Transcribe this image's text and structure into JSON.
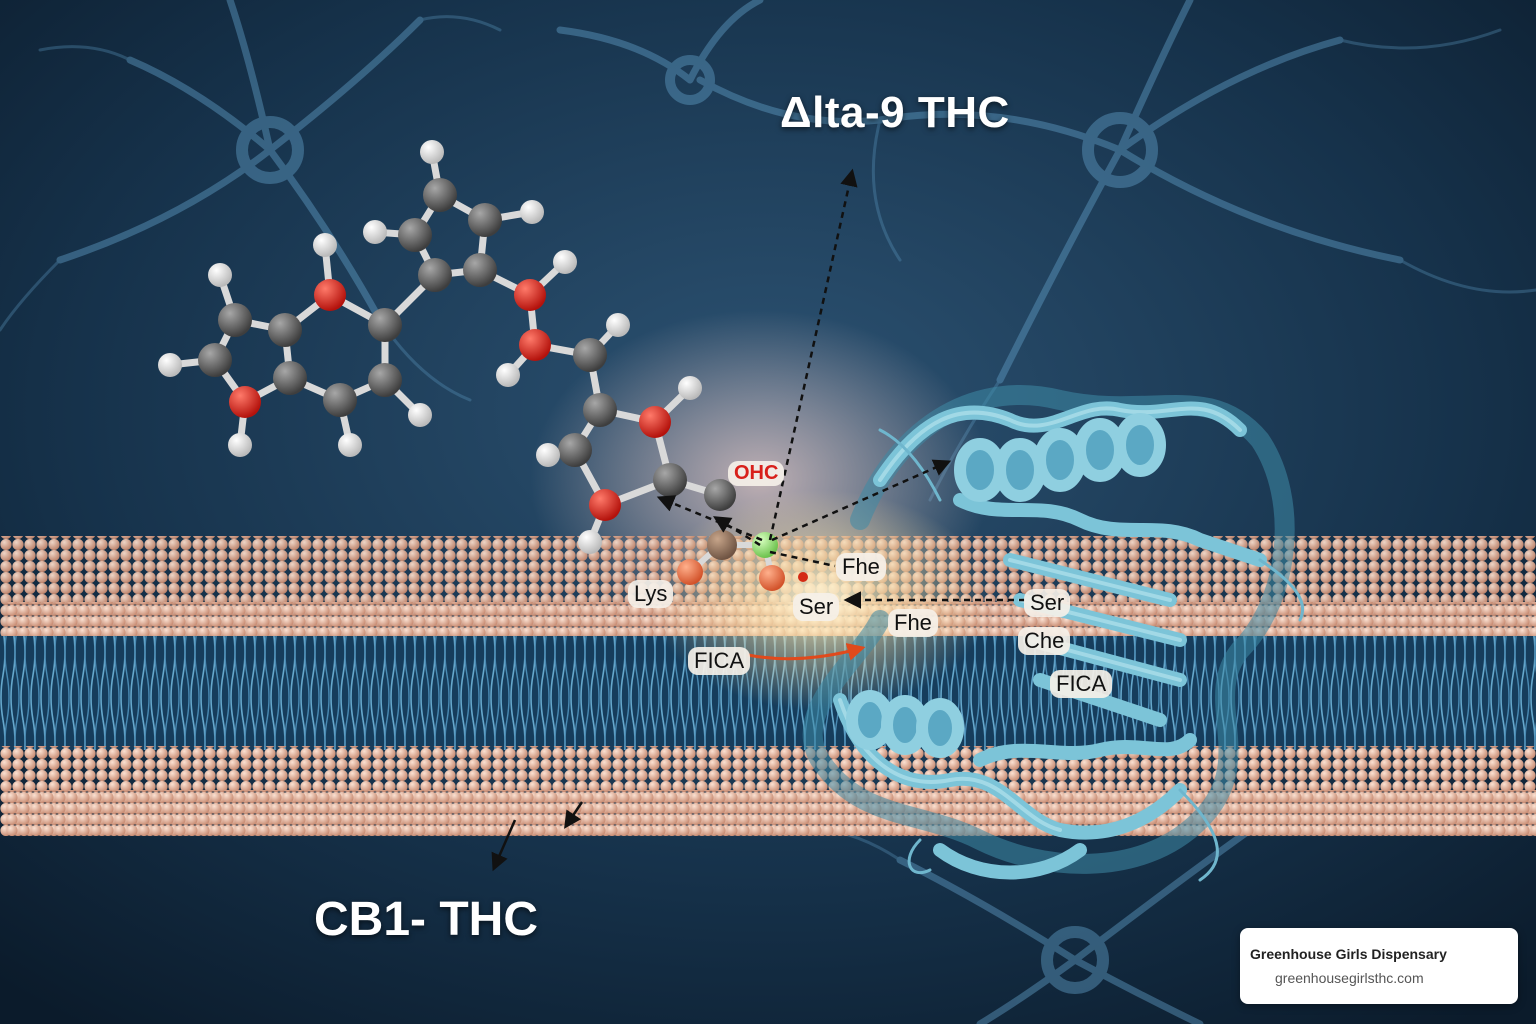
{
  "title_top": "Δlta-9 THC",
  "title_bottom": "CB1-   THC",
  "labels": {
    "ohc": "OHC",
    "lys": "Lys",
    "fhe_top": "Fhe",
    "ser_mid": "Ser",
    "fhe_mid": "Fhe",
    "fica_left": "FICA",
    "ser_right": "Ser",
    "che_right": "Che",
    "fica_right": "FICA"
  },
  "badge": {
    "name": "Greenhouse Girls Dispensary",
    "url": "greenhousegirlsthc.com"
  },
  "colors": {
    "background": "#16324b",
    "membrane_heads": "#e8b9a0",
    "lipid_tails": "#6fb4d8",
    "protein": "#7cc4d8",
    "oxygen": "#e0231b",
    "carbon": "#5f5f5f",
    "hydrogen": "#f2f2f2"
  }
}
